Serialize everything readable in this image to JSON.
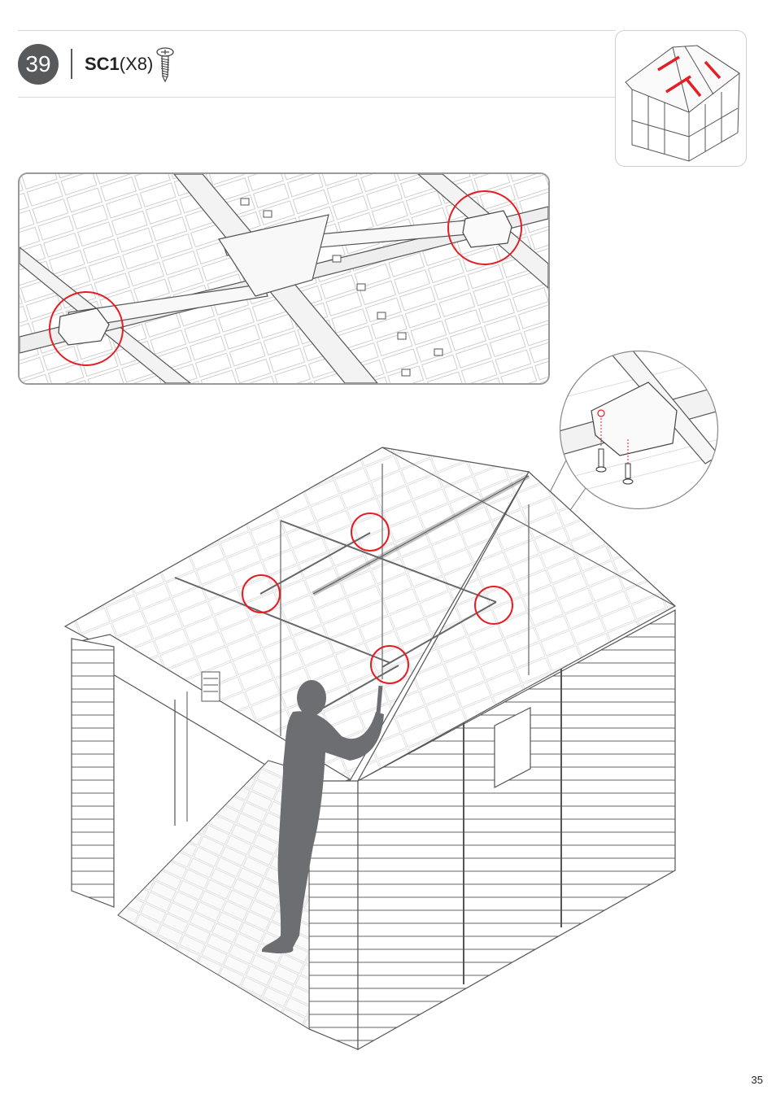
{
  "step": {
    "number": "39"
  },
  "parts": [
    {
      "code": "SC1",
      "qty": "(X8)",
      "icon": "screw-icon"
    }
  ],
  "page": {
    "number": "35"
  },
  "colors": {
    "accent": "#e31e24",
    "step_badge": "#58595b",
    "line": "#555555",
    "figure_silhouette": "#6d6e71"
  },
  "illustrations": {
    "thumbnail": "roof-location-thumbnail",
    "zoom_panel": "roof-bracket-detail",
    "callout": "screw-insertion-detail",
    "main": "shed-roof-assembly"
  }
}
